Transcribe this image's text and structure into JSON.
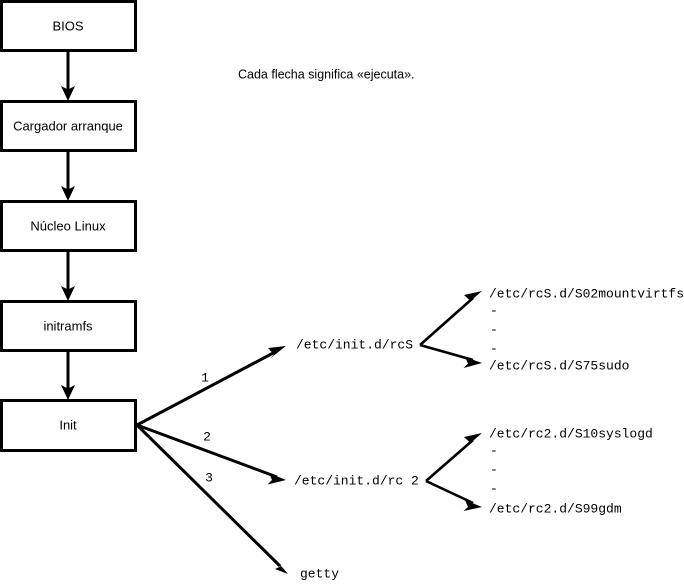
{
  "diagram": {
    "title": "Linux boot process flow diagram",
    "caption": "Cada flecha significa «ejecuta».",
    "stroke_color": "#000000",
    "background_color": "#ffffff",
    "stages": [
      {
        "id": "bios",
        "label": "BIOS"
      },
      {
        "id": "bootloader",
        "label": "Cargador arranque"
      },
      {
        "id": "kernel",
        "label": "Núcleo Linux"
      },
      {
        "id": "initramfs",
        "label": "initramfs"
      },
      {
        "id": "init",
        "label": "Init"
      }
    ],
    "branches": [
      {
        "number": "1",
        "target": "/etc/init.d/rcS"
      },
      {
        "number": "2",
        "target": "/etc/init.d/rc 2"
      },
      {
        "number": "3",
        "target": "getty"
      }
    ],
    "scripts": {
      "rcS": {
        "first": "/etc/rcS.d/S02mountvirtfs",
        "ellipsis": [
          "-",
          "-",
          "-"
        ],
        "last": "/etc/rcS.d/S75sudo"
      },
      "rc2": {
        "first": "/etc/rc2.d/S10syslogd",
        "ellipsis": [
          "-",
          "-",
          "-"
        ],
        "last": "/etc/rc2.d/S99gdm"
      }
    }
  }
}
